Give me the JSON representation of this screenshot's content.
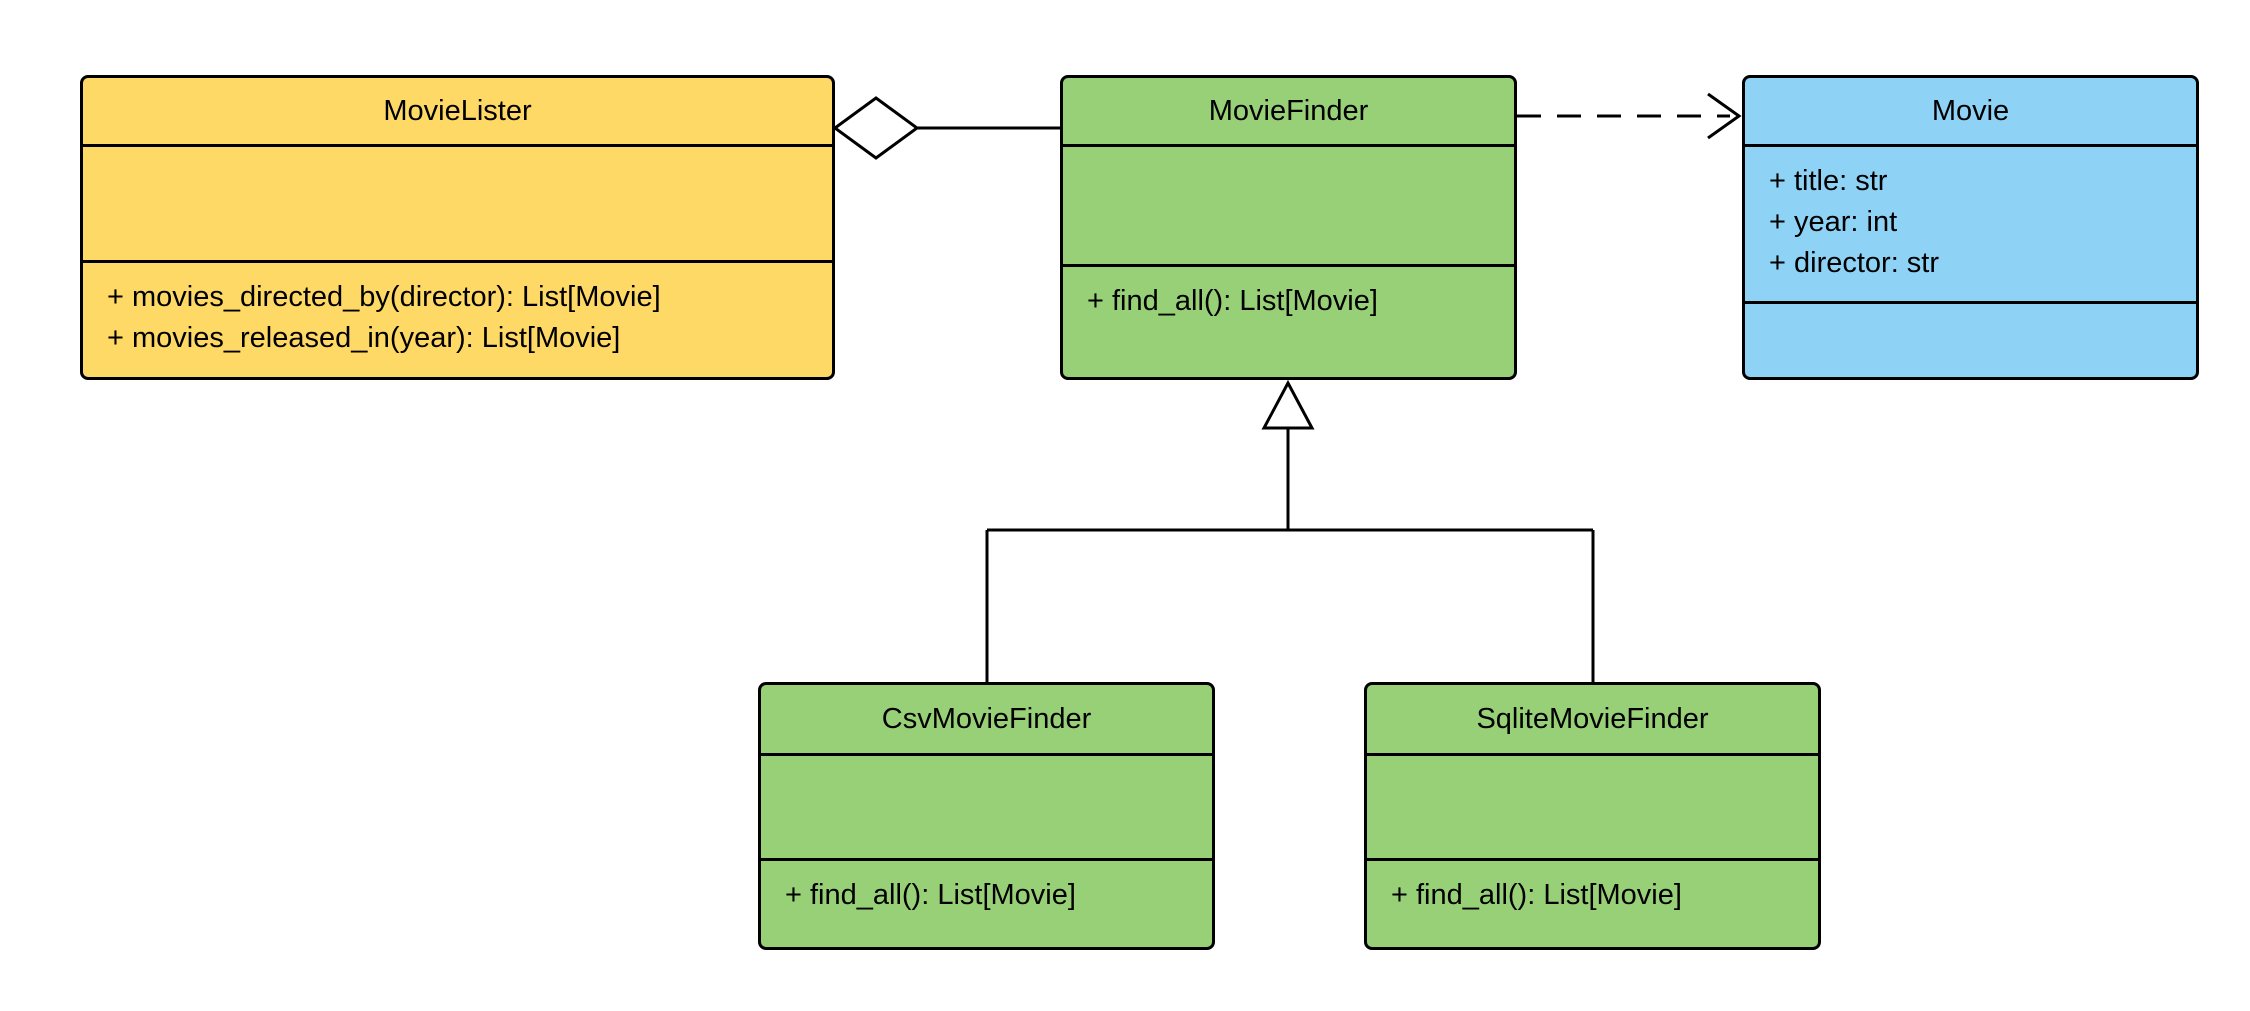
{
  "diagram": {
    "type": "uml-class-diagram",
    "colors": {
      "lister_fill": "#FFD966",
      "finder_fill": "#97D077",
      "movie_fill": "#8ED3F5",
      "stroke": "#000000",
      "background": "#FFFFFF"
    },
    "classes": {
      "movieLister": {
        "name": "MovieLister",
        "attributes": [],
        "methods": [
          "+ movies_directed_by(director): List[Movie]",
          "+ movies_released_in(year): List[Movie]"
        ]
      },
      "movieFinder": {
        "name": "MovieFinder",
        "attributes": [],
        "methods": [
          "+ find_all(): List[Movie]"
        ]
      },
      "movie": {
        "name": "Movie",
        "attributes": [
          "+ title: str",
          "+ year: int",
          "+ director: str"
        ],
        "methods": []
      },
      "csvMovieFinder": {
        "name": "CsvMovieFinder",
        "attributes": [],
        "methods": [
          "+ find_all(): List[Movie]"
        ]
      },
      "sqliteMovieFinder": {
        "name": "SqliteMovieFinder",
        "attributes": [],
        "methods": [
          "+ find_all(): List[Movie]"
        ]
      }
    },
    "relationships": [
      {
        "type": "aggregation",
        "owner": "MovieLister",
        "part": "MovieFinder"
      },
      {
        "type": "dependency",
        "from": "MovieFinder",
        "to": "Movie"
      },
      {
        "type": "inheritance",
        "child": "CsvMovieFinder",
        "parent": "MovieFinder"
      },
      {
        "type": "inheritance",
        "child": "SqliteMovieFinder",
        "parent": "MovieFinder"
      }
    ]
  }
}
